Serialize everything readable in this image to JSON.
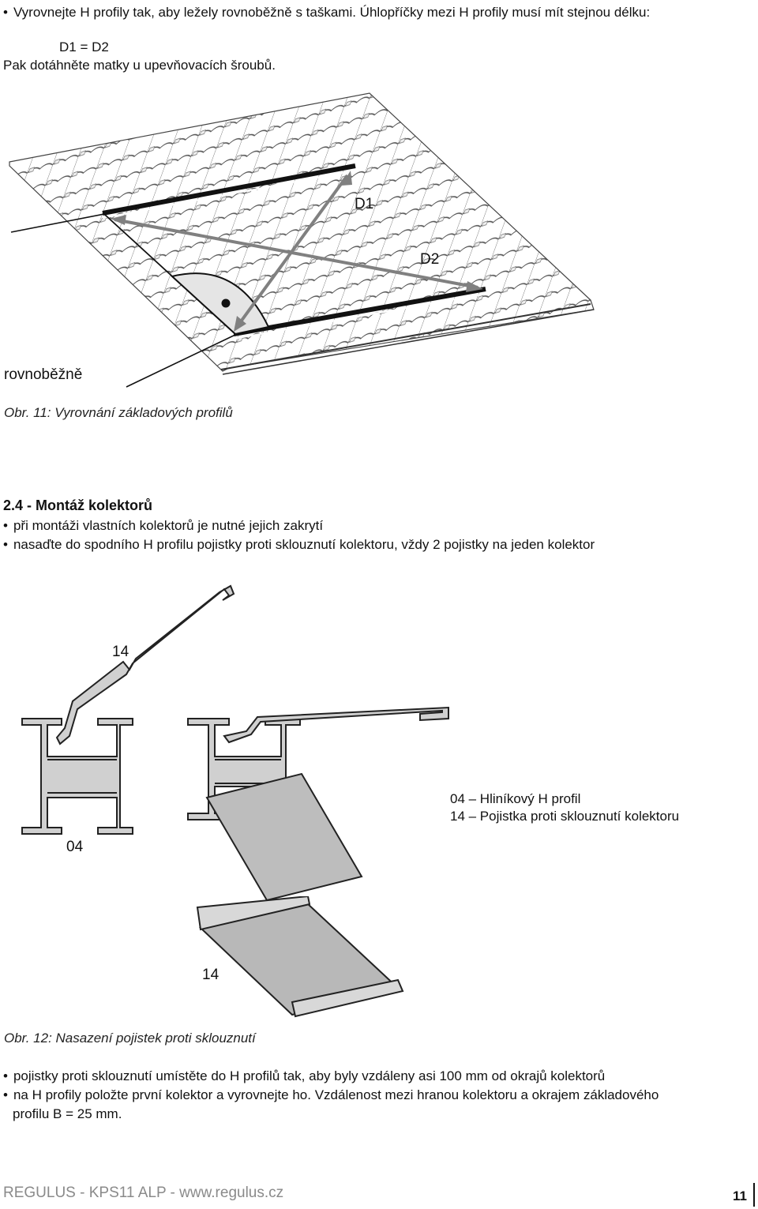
{
  "intro": {
    "line1": "Vyrovnejte H profily tak, aby ležely rovnoběžně s taškami. Úhlopříčky mezi H profily musí mít stejnou délku:",
    "equation": "D1 = D2",
    "line3": "Pak dotáhněte matky u upevňovacích šroubů."
  },
  "figure1": {
    "label_d1": "D1",
    "label_d2": "D2",
    "label_parallel": "rovnoběžně",
    "caption": "Obr. 11: Vyrovnání základových profilů"
  },
  "section": {
    "heading": "2.4 - Montáž kolektorů",
    "bullets": [
      "při montáži vlastních kolektorů je nutné jejich zakrytí",
      "nasaďte do spodního H profilu pojistky proti sklouznutí kolektoru, vždy 2 pojistky na jeden kolektor"
    ]
  },
  "figure2": {
    "label_14_top": "14",
    "label_04": "04",
    "label_14_bottom": "14",
    "legend": [
      "04 – Hliníkový H profil",
      "14 – Pojistka proti sklouznutí kolektoru"
    ],
    "caption": "Obr. 12: Nasazení pojistek proti sklouznutí"
  },
  "instructions": {
    "bullet1": "pojistky proti sklouznutí umístěte do H profilů tak, aby byly vzdáleny asi 100 mm od okrajů kolektorů",
    "bullet2_line1": "na H profily položte první kolektor a vyrovnejte ho. Vzdálenost mezi hranou kolektoru a okrajem základového",
    "bullet2_line2": "profilu B = 25 mm."
  },
  "footer": {
    "brand": "REGULUS - KPS11 ALP - www.regulus.cz",
    "page": "11"
  }
}
